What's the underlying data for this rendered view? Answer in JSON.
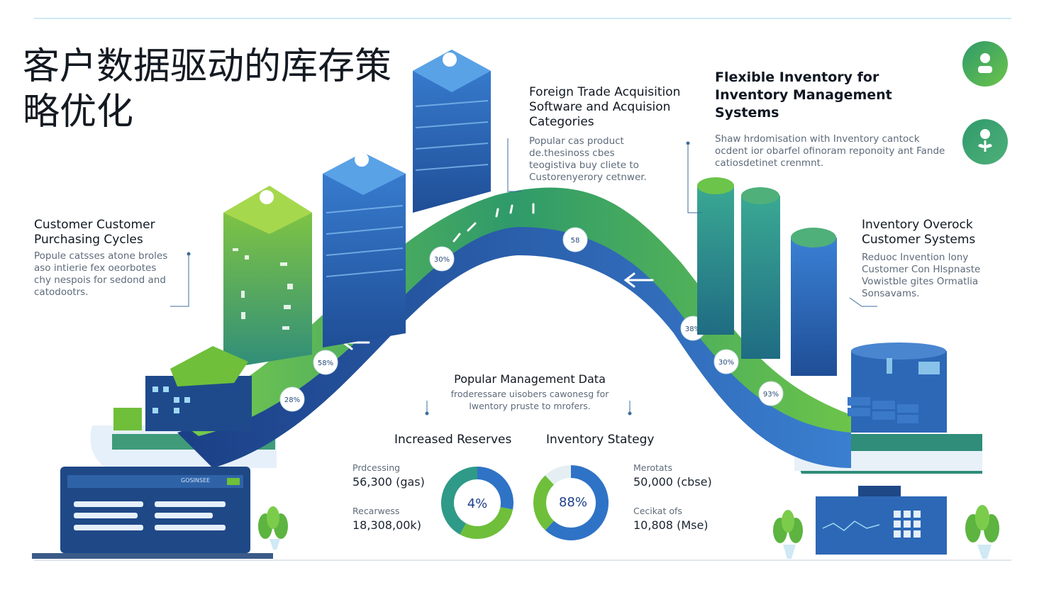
{
  "title": "客户数据驱动的库存策略优化",
  "callouts": {
    "foreign_trade": {
      "heading": "Foreign Trade Acquisition Software and Acquision Categories",
      "body": "Popular cas product de.thesinoss cbes teogistiva buy cliete to Custorenyerory cetnwer."
    },
    "flexible": {
      "heading": "Flexible Inventory for Inventory Management Systems",
      "body": "Shaw hrdomisation with Inventory cantock ocdent ior obarfel ofinoram reponoity ant Fande catiosdetinet crenmnt."
    },
    "purchasing": {
      "heading": "Customer Customer Purchasing Cycles",
      "body": "Popule catsses atone broles aso intierie fex oeorbotes chy nespois for sedond and catodootrs."
    },
    "overstock": {
      "heading": "Inventory Overock Customer Systems",
      "body": "Reduoc Invention lony Customer Con Hlspnaste Vowistble gites Ormatlia Sonsavams."
    },
    "management": {
      "heading": "Popular Management Data",
      "body": "froderessare uisobers cawonesg for Iwentory pruste to mrofers."
    }
  },
  "sections": {
    "left": "Increased Reserves",
    "right": "Inventory Stategy"
  },
  "stats": {
    "s1_label": "Prdcessing",
    "s1_value": "56,300 (gas)",
    "s2_label": "Recarwess",
    "s2_value": "18,308,00k)",
    "s3_label": "Merotats",
    "s3_value": "50,000 (cbse)",
    "s4_label": "Cecikat ofs",
    "s4_value": "10,808 (Mse)"
  },
  "donuts": {
    "left": {
      "label": "4%",
      "segments": [
        0.28,
        0.3,
        0.42
      ]
    },
    "right": {
      "label": "88%",
      "segments": [
        0.62,
        0.26,
        0.12
      ]
    }
  },
  "badges": [
    "28%",
    "58%",
    "38%",
    "30%",
    "58",
    "38%",
    "30%",
    "93%"
  ],
  "screen_label": "GOSINSEE",
  "colors": {
    "blue_dark": "#1f4e96",
    "blue": "#2f73c6",
    "green": "#6fbf3a",
    "teal": "#2f9a88"
  },
  "icons": [
    "person-icon",
    "seedling-icon"
  ]
}
